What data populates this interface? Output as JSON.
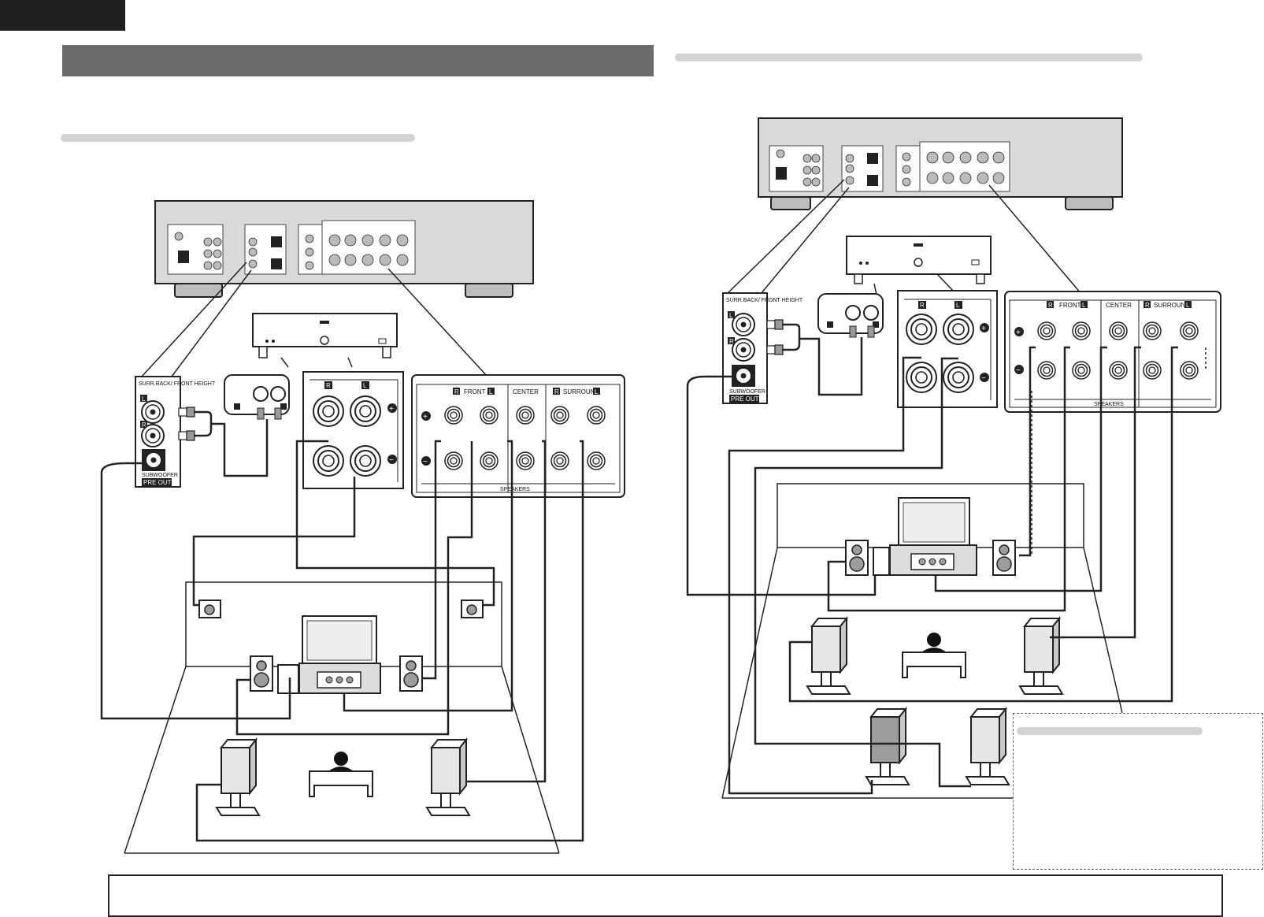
{
  "left_panel": {
    "pre_out_block": {
      "title": "SURR.BACK/ FRONT HEIGHT",
      "channel_l": "L",
      "channel_r": "R",
      "sub_label": "SUBWOOFER",
      "pre_out": "PRE OUT"
    },
    "amp_speaker_terminals": {
      "right": "R",
      "left": "L",
      "plus": "+",
      "minus": "−"
    },
    "speaker_terminals": {
      "front": "FRONT",
      "center": "CENTER",
      "surround": "SURROUND",
      "r": "R",
      "l": "L",
      "plus": "+",
      "minus": "−",
      "footer": "SPEAKERS"
    }
  },
  "right_panel": {
    "pre_out_block": {
      "title": "SURR.BACK/ FRONT HEIGHT",
      "channel_l": "L",
      "channel_r": "R",
      "sub_label": "SUBWOOFER",
      "pre_out": "PRE OUT"
    },
    "amp_speaker_terminals": {
      "right": "R",
      "left": "L",
      "plus": "+",
      "minus": "−"
    },
    "speaker_terminals": {
      "front": "FRONT",
      "center": "CENTER",
      "surround": "SURROUND",
      "r": "R",
      "l": "L",
      "plus": "+",
      "minus": "−",
      "footer": "SPEAKERS"
    }
  },
  "colors": {
    "header_bar": "#6b6b6b",
    "rule": "#d3d3d3",
    "panel": "#d9d9d9",
    "speaker": "#9c9c9c"
  }
}
